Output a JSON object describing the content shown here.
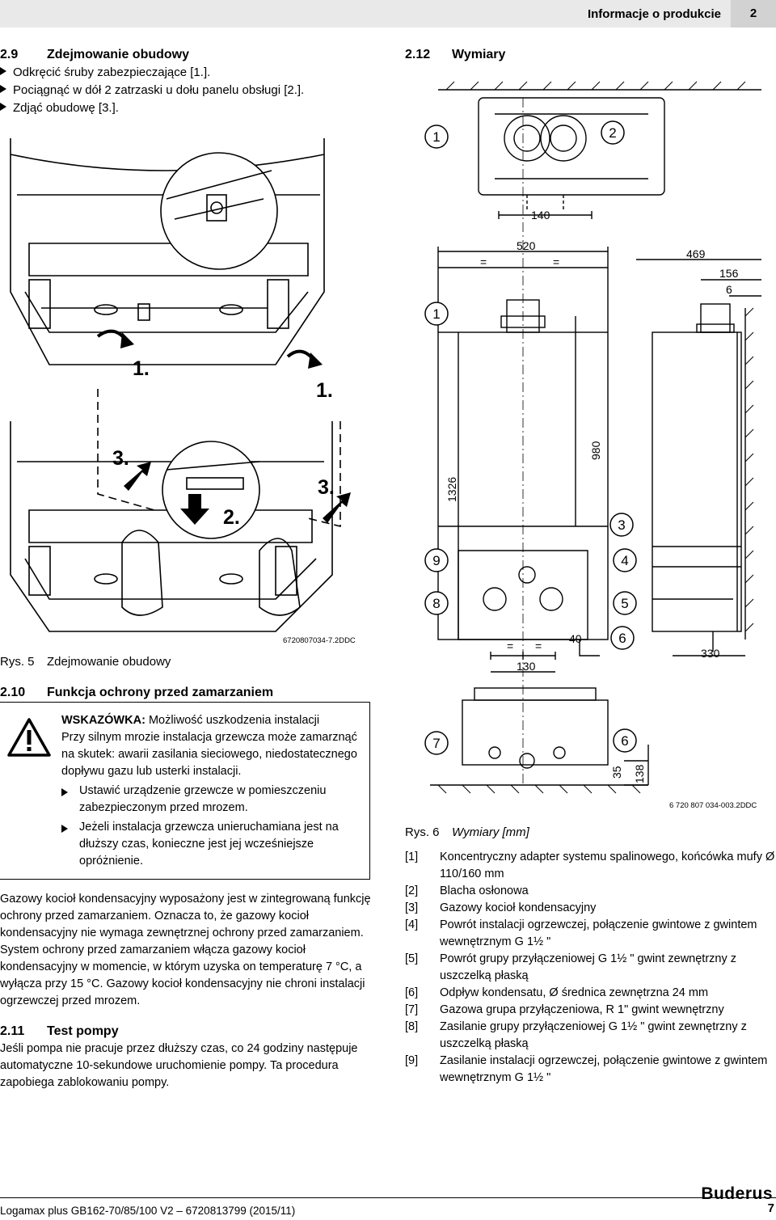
{
  "header": {
    "title": "Informacje o produkcie",
    "chapter": "2"
  },
  "sec29": {
    "num": "2.9",
    "title": "Zdejmowanie obudowy",
    "steps": [
      "Odkręcić śruby zabezpieczające [1.].",
      "Pociągnąć w dół 2 zatrzaski u dołu panelu obsługi [2.].",
      "Zdjąć obudowę [3.]."
    ]
  },
  "fig5": {
    "marks": [
      "1.",
      "1.",
      "3.",
      "3.",
      "2."
    ],
    "code": "6720807034-7.2DDC",
    "caption_label": "Rys. 5",
    "caption_text": "Zdejmowanie obudowy"
  },
  "sec210": {
    "num": "2.10",
    "title": "Funkcja ochrony przed zamarzaniem",
    "notice_title": "WSKAZÓWKA:",
    "notice_title_rest": "Możliwość uszkodzenia instalacji",
    "notice_body": "Przy silnym mrozie instalacja grzewcza może zamarznąć na skutek: awarii zasilania sieciowego, niedostatecznego dopływu gazu lub usterki instalacji.",
    "bullets": [
      "Ustawić urządzenie grzewcze w pomieszczeniu zabezpieczonym przed mrozem.",
      "Jeżeli instalacja grzewcza unieruchamiana jest na dłuższy czas, konieczne jest jej wcześniejsze opróżnienie."
    ],
    "para": "Gazowy kocioł kondensacyjny wyposażony jest w zintegrowaną funkcję ochrony przed zamarzaniem. Oznacza to, że gazowy kocioł kondensacyjny nie wymaga zewnętrznej ochrony przed zamarzaniem. System ochrony przed zamarzaniem włącza gazowy kocioł kondensacyjny w momencie, w którym uzyska on temperaturę 7 °C, a wyłącza przy 15 °C. Gazowy kocioł kondensacyjny nie chroni instalacji ogrzewczej przed mrozem."
  },
  "sec211": {
    "num": "2.11",
    "title": "Test pompy",
    "para": "Jeśli pompa nie pracuje przez dłuższy czas, co 24 godziny następuje automatyczne 10-sekundowe uruchomienie pompy. Ta procedura zapobiega zablokowaniu pompy."
  },
  "sec212": {
    "num": "2.12",
    "title": "Wymiary"
  },
  "fig6": {
    "dims": {
      "d140": "140",
      "d520": "520",
      "d469": "469",
      "d156": "156",
      "d6": "6",
      "d1326": "1326",
      "d980": "980",
      "d40": "40",
      "d130": "130",
      "d330": "330",
      "d35": "35",
      "d138": "138",
      "eq": "="
    },
    "callouts": {
      "c1": "1",
      "c2": "2",
      "c3": "3",
      "c4": "4",
      "c5": "5",
      "c6": "6",
      "c7": "7",
      "c8": "8",
      "c9": "9"
    },
    "code": "6 720 807 034-003.2DDC",
    "caption_label": "Rys. 6",
    "caption_text": "Wymiary [mm]"
  },
  "legend": [
    {
      "k": "[1]",
      "t": "Koncentryczny adapter systemu spalinowego, końcówka mufy Ø 110/160 mm"
    },
    {
      "k": "[2]",
      "t": "Blacha osłonowa"
    },
    {
      "k": "[3]",
      "t": "Gazowy kocioł kondensacyjny"
    },
    {
      "k": "[4]",
      "t": "Powrót instalacji ogrzewczej, połączenie gwintowe z gwintem wewnętrznym G 1½ \""
    },
    {
      "k": "[5]",
      "t": "Powrót grupy przyłączeniowej G 1½ \" gwint zewnętrzny z uszczelką płaską"
    },
    {
      "k": "[6]",
      "t": "Odpływ kondensatu, Ø średnica zewnętrzna 24 mm"
    },
    {
      "k": "[7]",
      "t": "Gazowa grupa przyłączeniowa, R 1\" gwint wewnętrzny"
    },
    {
      "k": "[8]",
      "t": "Zasilanie grupy przyłączeniowej G 1½ \" gwint zewnętrzny z uszczelką płaską"
    },
    {
      "k": "[9]",
      "t": "Zasilanie instalacji ogrzewczej, połączenie gwintowe z gwintem wewnętrznym G 1½ \""
    }
  ],
  "footer": {
    "left": "Logamax plus GB162-70/85/100 V2 – 6720813799 (2015/11)",
    "page": "7",
    "brand": "Buderus"
  }
}
